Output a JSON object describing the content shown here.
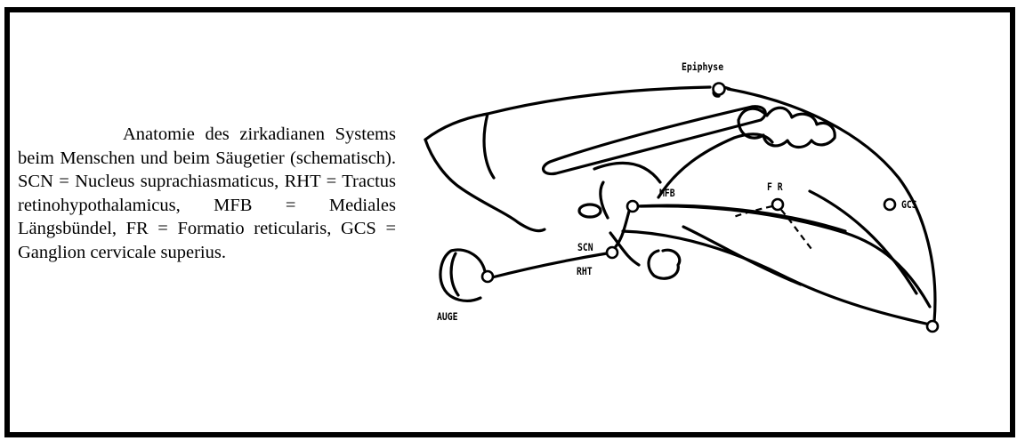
{
  "caption": {
    "text": "Anatomie des zirkadianen Systems beim Menschen und beim Säu­getier (schematisch). SCN = Nucleus suprachiasmaticus, RHT = Tractus reti­nohypothalamicus, MFB = Mediales Längsbündel, FR = Formatio reticula­ris, GCS = Ganglion cervicale supe­rius."
  },
  "diagram": {
    "labels": {
      "epiphyse": "Epiphyse",
      "mfb": "MFB",
      "fr": "F R",
      "gcs": "GCS",
      "scn": "SCN",
      "rht": "RHT",
      "auge": "AUGE"
    }
  },
  "colors": {
    "ink": "#000000",
    "paper": "#ffffff"
  }
}
